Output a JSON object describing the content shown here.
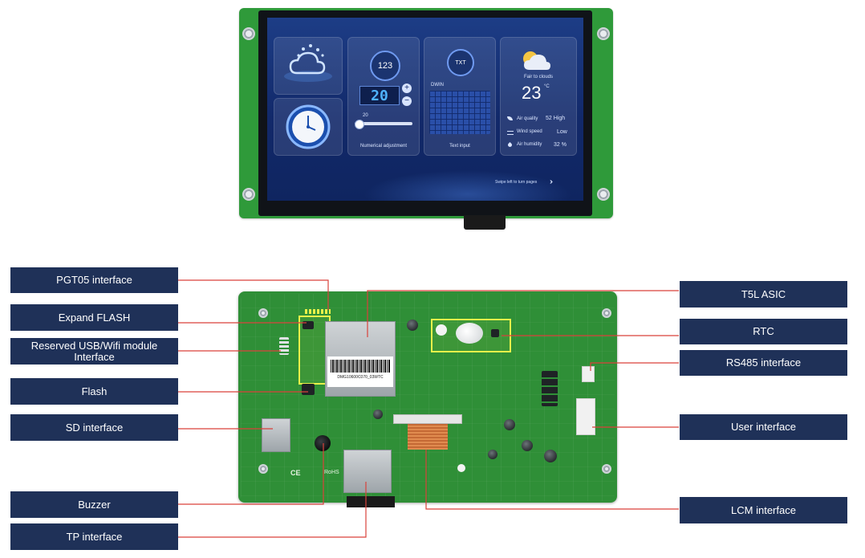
{
  "screen_ui": {
    "ui_number_icon": "123",
    "numeric_value": "20",
    "slider_value": "20",
    "numerical_adjustment_label": "Numerical adjustment",
    "text_input_icon": "TXT",
    "keyboard_title": "DWIN",
    "text_input_label": "Text input",
    "weather_condition": "Fair to clouds",
    "temperature": "23",
    "temperature_unit": "°C",
    "air_quality_label": "Air quality",
    "air_quality_value": "52 High",
    "wind_speed_label": "Wind speed",
    "wind_speed_value": "Low",
    "air_humidity_label": "Air humidity",
    "air_humidity_value": "32 %",
    "swipe_hint": "Swipe left to turn pages"
  },
  "board_text": {
    "barcode_text": "DMG10600C070_03WTC",
    "ce_mark": "CE",
    "rohs_mark": "RoHS"
  },
  "callouts": {
    "pgt05": "PGT05 interface",
    "expand_flash": "Expand FLASH",
    "reserved_usb_line1": "Reserved USB/Wifi module",
    "reserved_usb_line2": "Interface",
    "flash": "Flash",
    "sd": "SD interface",
    "buzzer": "Buzzer",
    "tp": "TP interface",
    "t5l": "T5L ASIC",
    "rtc": "RTC",
    "rs485": "RS485 interface",
    "user": "User interface",
    "lcm": "LCM interface"
  },
  "colors": {
    "label_bg": "#1f3158",
    "leader_line": "#d9423b",
    "pcb_green": "#2f8f37"
  }
}
